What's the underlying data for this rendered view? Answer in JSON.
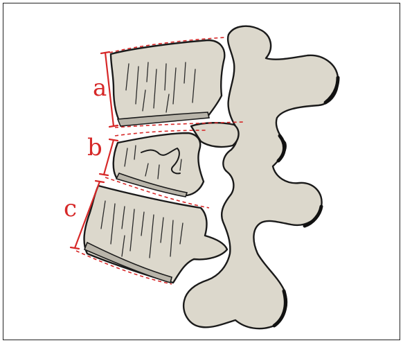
{
  "labels": {
    "a": "a",
    "b": "b",
    "c": "c"
  },
  "colors": {
    "measurement": "#d62828",
    "bone": "#dcd8cc",
    "outline": "#1a1a1a",
    "frame": "#222222"
  }
}
